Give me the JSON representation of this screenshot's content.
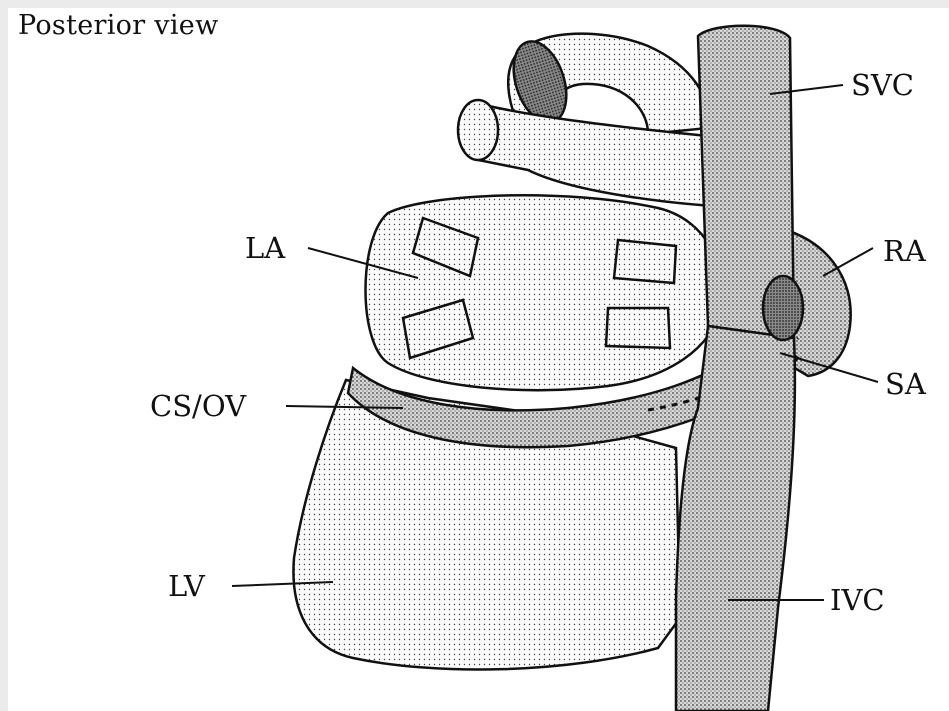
{
  "title": "Posterior view",
  "labels": {
    "svc": "SVC",
    "la": "LA",
    "ra": "RA",
    "sa": "SA",
    "csov": "CS/OV",
    "lv": "LV",
    "ivc": "IVC"
  },
  "colors": {
    "background": "#ebebeb",
    "panel": "#ffffff",
    "ink": "#111111"
  }
}
